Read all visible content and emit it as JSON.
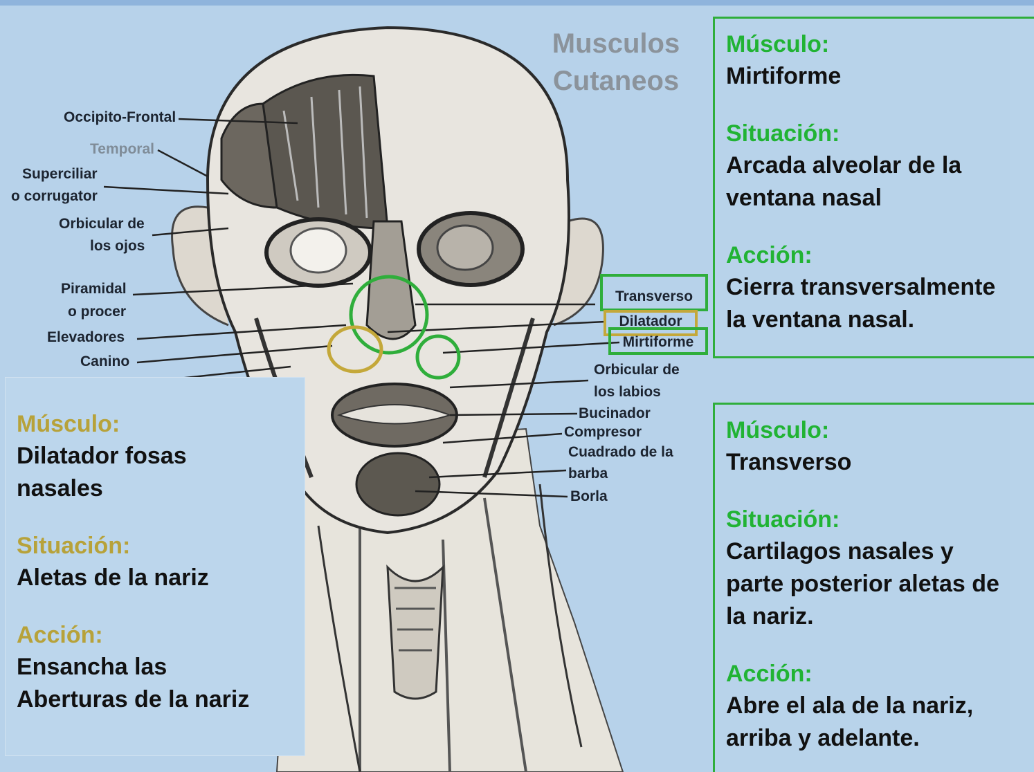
{
  "title": {
    "line1": "Musculos",
    "line2": "Cutaneos"
  },
  "labels": {
    "occipito": "Occipito-Frontal",
    "temporal": "Temporal",
    "superciliar1": "Superciliar",
    "superciliar2": "o corrugator",
    "orbicular_ojos1": "Orbicular de",
    "orbicular_ojos2": "los ojos",
    "piramidal1": "Piramidal",
    "piramidal2": "o procer",
    "elevadores": "Elevadores",
    "canino": "Canino",
    "transverso": "Transverso",
    "dilatador": "Dilatador",
    "mirtiforme": "Mirtiforme",
    "orbicular_labios1": "Orbicular de",
    "orbicular_labios2": "los labios",
    "bucinador": "Bucinador",
    "compresor": "Compresor",
    "cuadrado1": "Cuadrado de la",
    "cuadrado2": "barba",
    "borla": "Borla"
  },
  "panels": {
    "mirtiforme": {
      "musculo_h": "Músculo:",
      "musculo_v": "Mirtiforme",
      "situacion_h": "Situación:",
      "situacion_v1": "Arcada alveolar de la",
      "situacion_v2": "ventana nasal",
      "accion_h": "Acción:",
      "accion_v1": "Cierra transversalmente",
      "accion_v2": "la ventana nasal."
    },
    "transverso": {
      "musculo_h": "Músculo:",
      "musculo_v": "Transverso",
      "situacion_h": "Situación:",
      "situacion_v1": "Cartilagos nasales y",
      "situacion_v2": "parte posterior aletas de",
      "situacion_v3": "la nariz.",
      "accion_h": "Acción:",
      "accion_v1": "Abre el ala de la nariz,",
      "accion_v2": "arriba y adelante."
    },
    "dilatador": {
      "musculo_h": "Músculo:",
      "musculo_v1": "Dilatador fosas",
      "musculo_v2": "nasales",
      "situacion_h": "Situación:",
      "situacion_v": "Aletas de la nariz",
      "accion_h": "Acción:",
      "accion_v1": "Ensancha las",
      "accion_v2": "Aberturas de la nariz"
    }
  },
  "colors": {
    "green": "#2fae3b",
    "yellow": "#c4a83a",
    "background": "#b7d2ea"
  }
}
